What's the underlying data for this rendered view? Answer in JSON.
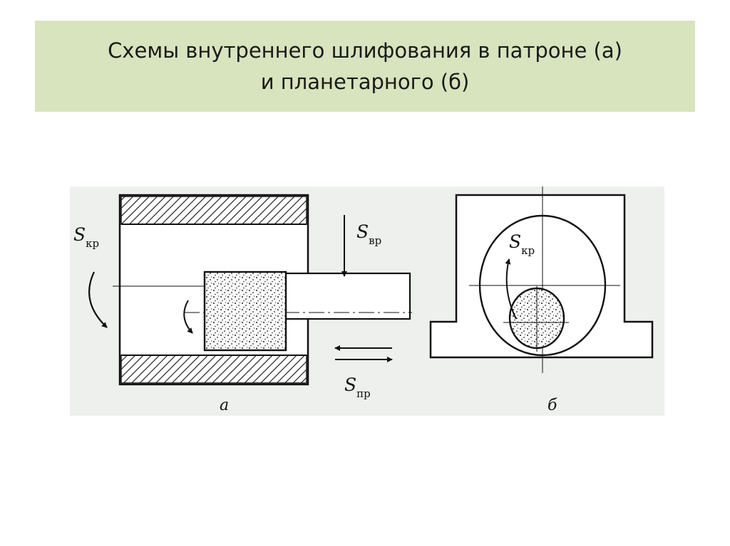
{
  "slide": {
    "title_line1": "Схемы внутреннего шлифования в патроне (а)",
    "title_line2": "и планетарного (б)"
  },
  "figure": {
    "label_a": "а",
    "label_b": "б",
    "feeds": {
      "s_kr_a": {
        "main": "S",
        "sub": "кр"
      },
      "s_vr": {
        "main": "S",
        "sub": "вр"
      },
      "s_pr": {
        "main": "S",
        "sub": "пр"
      },
      "s_kr_b": {
        "main": "S",
        "sub": "кр"
      }
    }
  }
}
